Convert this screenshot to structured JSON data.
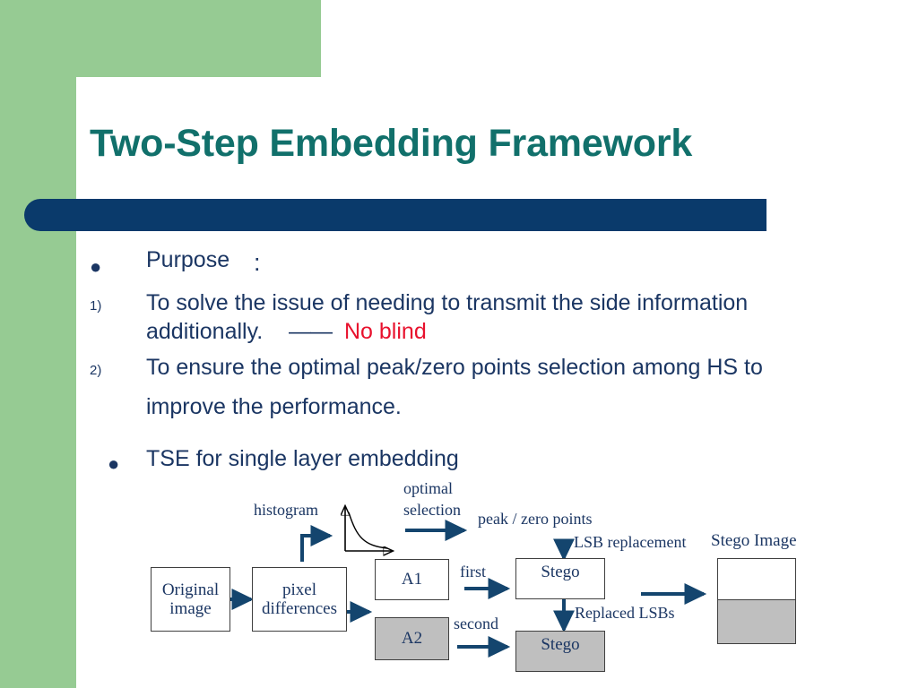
{
  "slide": {
    "title": "Two-Step Embedding Framework",
    "theme": {
      "green": "#96cb93",
      "navy_bar": "#0a3a6b",
      "title_color": "#11706b",
      "body_text_color": "#1b3663",
      "accent_red": "#e8112d",
      "box_gray": "#bfbfbf"
    }
  },
  "body": {
    "bullets": [
      {
        "marker": "●",
        "marker_type": "dot",
        "text": "Purpose",
        "suffix": ":"
      },
      {
        "marker": "1)",
        "marker_type": "number",
        "line1": "To solve the issue of needing to transmit the side information",
        "line2": "additionally.",
        "dash": "——",
        "highlight": "No blind"
      },
      {
        "marker": "2)",
        "marker_type": "number",
        "line1": "To ensure the optimal peak/zero points selection among HS to",
        "line2": "improve the performance."
      },
      {
        "marker": "●",
        "marker_type": "dot",
        "text": "TSE for single layer embedding"
      }
    ]
  },
  "diagram": {
    "boxes": [
      {
        "id": "original-image",
        "label": "Original\nimage",
        "line1": "Original",
        "line2": "image",
        "fill": "white"
      },
      {
        "id": "pixel-differences",
        "label": "pixel\ndifferences",
        "line1": "pixel",
        "line2": "differences",
        "fill": "white"
      },
      {
        "id": "a1",
        "label": "A1",
        "fill": "white"
      },
      {
        "id": "a2",
        "label": "A2",
        "fill": "gray"
      },
      {
        "id": "stego-first",
        "label": "Stego",
        "fill": "white"
      },
      {
        "id": "stego-second",
        "label": "Stego",
        "fill": "gray"
      }
    ],
    "labels": {
      "histogram": "histogram",
      "optimal": "optimal",
      "selection": "selection",
      "peak_zero": "peak / zero points",
      "lsb_replacement": "LSB replacement",
      "stego_image": "Stego Image",
      "first": "first",
      "second": "second",
      "replaced_lsbs": "Replaced LSBs"
    }
  }
}
